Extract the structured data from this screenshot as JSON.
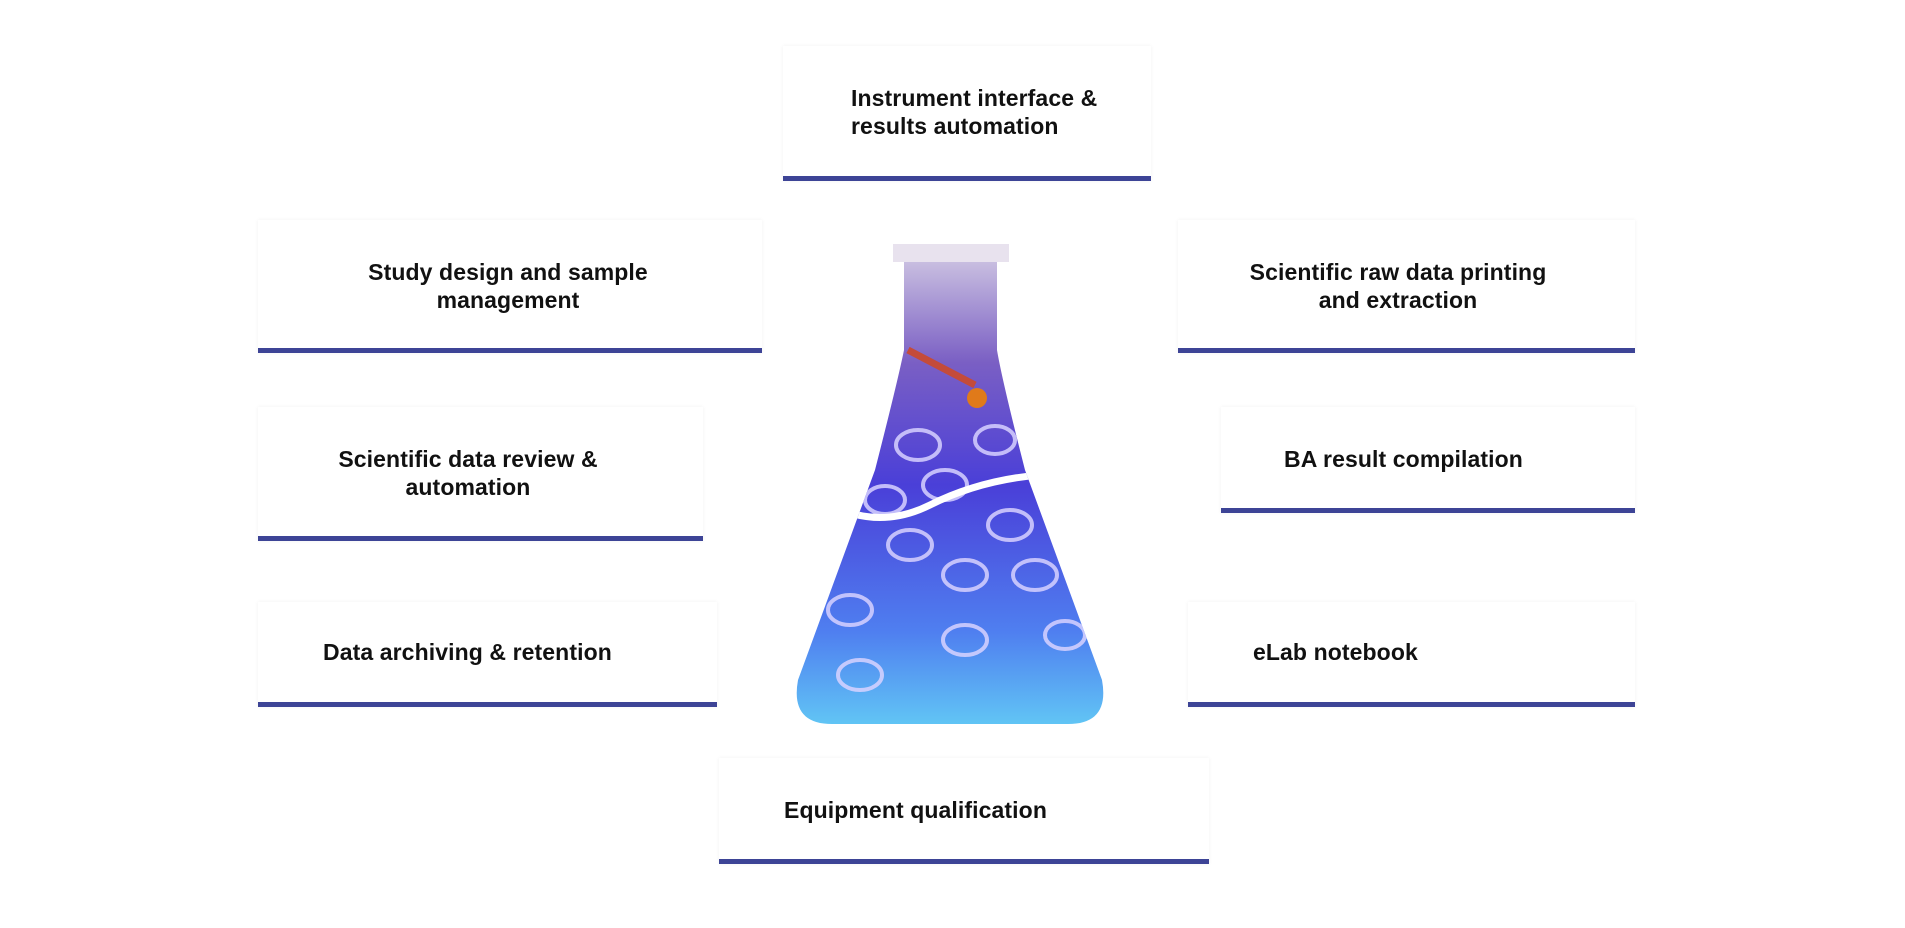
{
  "items": {
    "instrument": "Instrument interface & results automation",
    "study": "Study design and sample management",
    "raw_data": "Scientific raw data printing and extraction",
    "review": "Scientific data review & automation",
    "ba": "BA result compilation",
    "archiving": "Data archiving & retention",
    "elab": "eLab notebook",
    "equipment": "Equipment qualification"
  },
  "colors": {
    "accent": "#3d4496"
  }
}
